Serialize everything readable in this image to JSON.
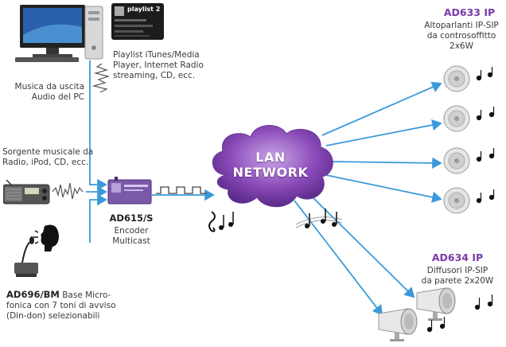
{
  "colors": {
    "wire": "#3a9ad9",
    "cloud": "#8a4ab8",
    "accent": "#7a3aa8"
  },
  "pc": {
    "label": "Musica da uscita\nAudio del PC",
    "playlist_label": "Playlist iTunes/Media\nPlayer, Internet Radio\nstreaming, CD, ecc.",
    "playlist_title": "playlist 2"
  },
  "radio": {
    "label": "Sorgente musicale da\nRadio, iPod, CD, ecc."
  },
  "encoder": {
    "model": "AD615/S",
    "desc": "Encoder\nMulticast"
  },
  "microphone": {
    "model": "AD696/BM",
    "desc_1": " Base Micro-",
    "desc_2": "fonica con 7 toni di avviso\n(Din-don) selezionabili"
  },
  "network": {
    "line1": "LAN",
    "line2": "NETWORK"
  },
  "ceiling_speakers": {
    "model": "AD633 IP",
    "desc": "Altoparlanti IP-SIP\nda controsoffitto\n2x6W"
  },
  "wall_speakers": {
    "model": "AD634 IP",
    "desc": "Diffusori IP-SIP\nda parete 2x20W"
  }
}
